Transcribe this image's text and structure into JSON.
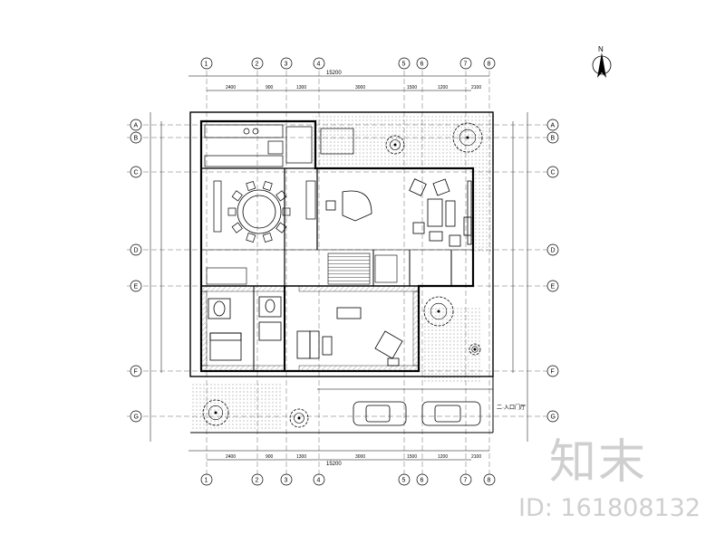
{
  "compass": {
    "label": "N"
  },
  "grid_labels": {
    "columns": [
      "1",
      "2",
      "3",
      "4",
      "5",
      "6",
      "7",
      "8"
    ],
    "rows": [
      "A",
      "B",
      "C",
      "D",
      "E",
      "F",
      "G"
    ]
  },
  "dimensions": {
    "overall": "15200",
    "top_segments": [
      "2400",
      "900",
      "1300",
      "3000",
      "1500",
      "1200",
      "2100"
    ],
    "bottom_segments": [
      "2400",
      "900",
      "1300",
      "3000",
      "1500",
      "1200",
      "2100"
    ]
  },
  "annotations": {
    "parking_label": "二·入口门厅"
  },
  "watermark": {
    "brand": "知末",
    "id": "ID: 161808132"
  },
  "colors": {
    "line": "#000000",
    "hatch": "#d8d8d8",
    "watermark": "#cfcfcf"
  }
}
